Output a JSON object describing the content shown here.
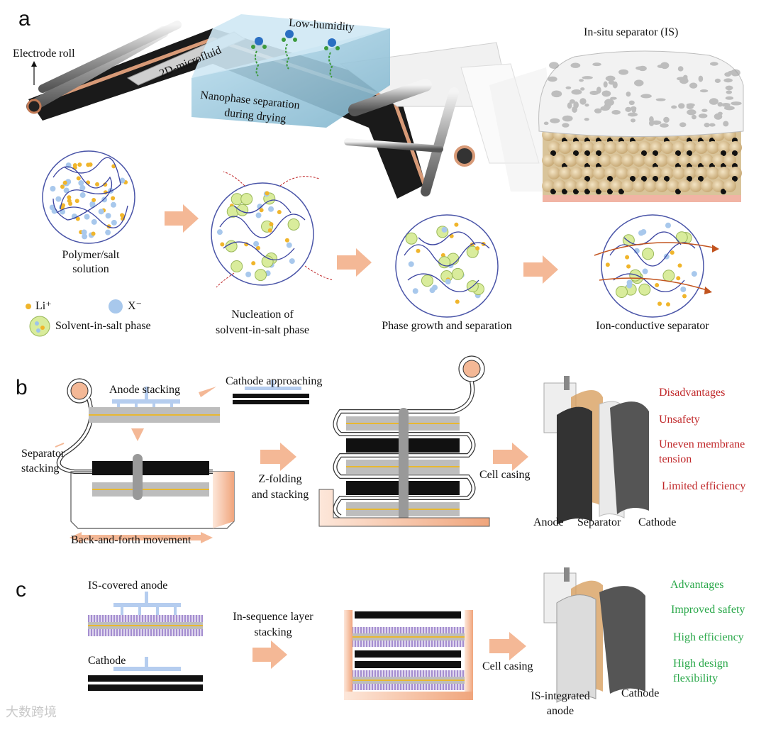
{
  "panels": {
    "a": "a",
    "b": "b",
    "c": "c"
  },
  "a": {
    "electrode_roll": "Electrode roll",
    "microfluid": "2D-microfluid",
    "low_humidity": "Low-humidity",
    "nanophase": [
      "Nanophase separation",
      "during drying"
    ],
    "in_situ": "In-situ separator (IS)",
    "polymer_salt": [
      "Polymer/salt",
      "solution"
    ],
    "nucleation": [
      "Nucleation of",
      "solvent-in-salt phase"
    ],
    "phase_growth": "Phase growth and separation",
    "ion_conductive": "Ion-conductive separator",
    "legend": {
      "li": "Li⁺",
      "x": "X⁻",
      "solvent": "Solvent-in-salt phase"
    }
  },
  "b": {
    "anode_stacking": "Anode stacking",
    "cathode_approaching": "Cathode approaching",
    "separator_stacking": [
      "Separator",
      "stacking"
    ],
    "back_forth": "Back-and-forth movement",
    "zfolding": [
      "Z-folding",
      "and stacking"
    ],
    "cell_casing": "Cell casing",
    "anode": "Anode",
    "separator": "Separator",
    "cathode": "Cathode",
    "disadvantages": [
      "Disadvantages",
      "Unsafety",
      "Uneven membrane",
      "tension",
      "Limited efficiency"
    ]
  },
  "c": {
    "is_anode": "IS-covered anode",
    "cathode": "Cathode",
    "in_sequence": [
      "In-sequence layer",
      "stacking"
    ],
    "cell_casing": "Cell casing",
    "is_integrated": [
      "IS-integrated",
      "anode"
    ],
    "cathode2": "Cathode",
    "advantages": [
      "Advantages",
      "Improved safety",
      "High efficiency",
      "High design",
      "flexibility"
    ]
  },
  "watermark": "大数跨境",
  "colors": {
    "arrow": "#f4b896",
    "red": "#c0282a",
    "green": "#2aa84a",
    "tray": "#f0a57c",
    "gold": "#e8b830",
    "blue": "#9ec4ea",
    "separator": "#e0d8ef"
  }
}
